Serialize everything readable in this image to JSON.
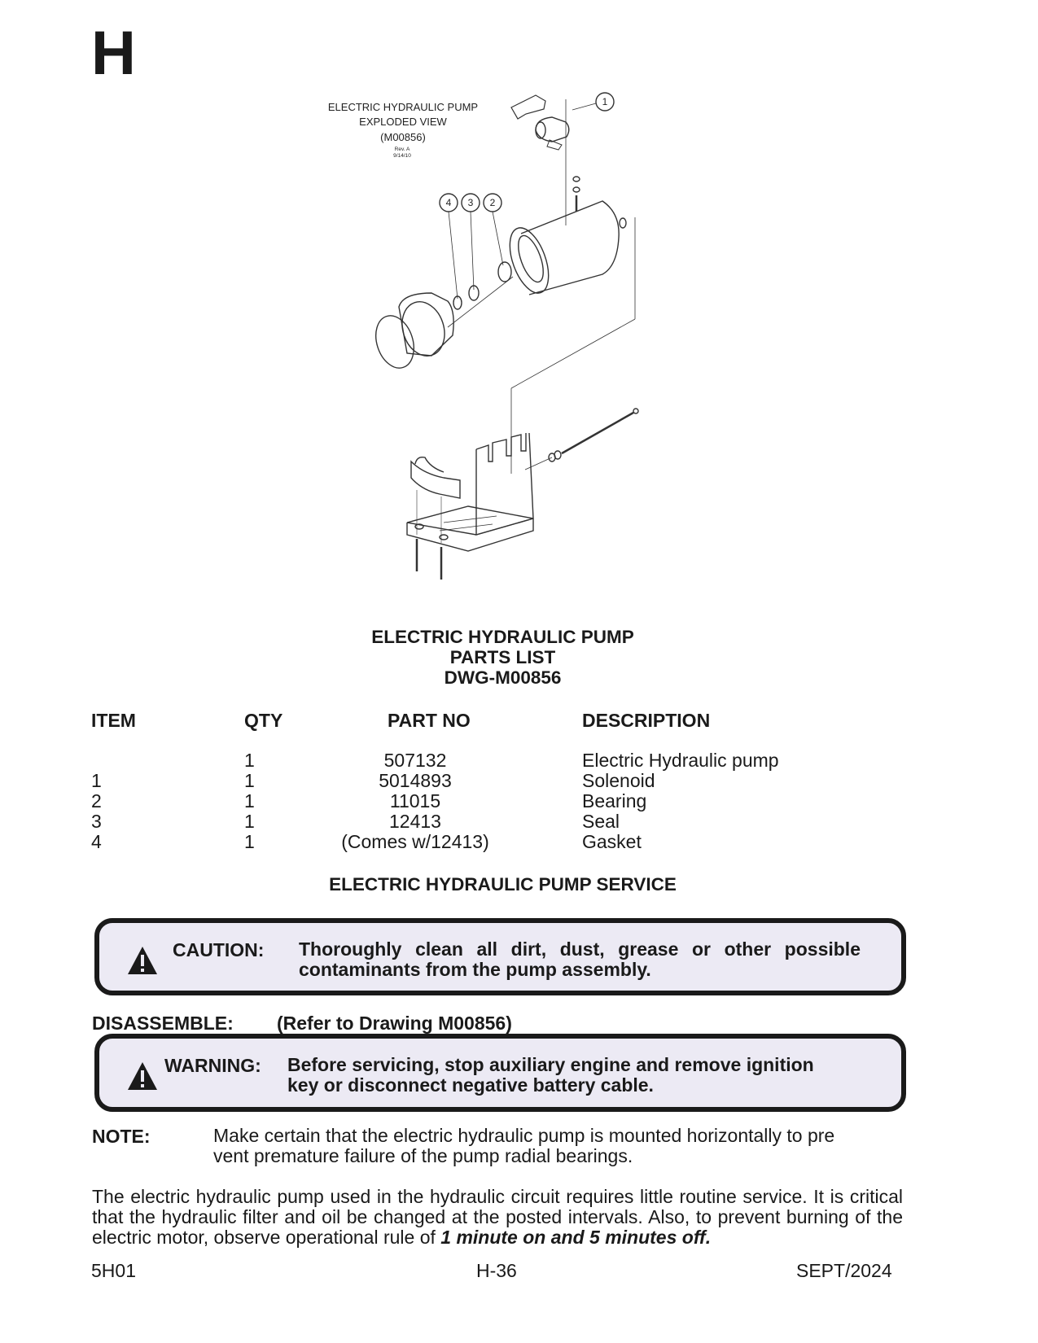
{
  "section_letter": "H",
  "drawing": {
    "title_line1": "ELECTRIC HYDRAULIC PUMP",
    "title_line2": "EXPLODED VIEW",
    "title_line3": "(M00856)",
    "rev": "Rev. A",
    "rev_date": "9/14/10",
    "callouts": [
      "1",
      "2",
      "3",
      "4"
    ]
  },
  "parts_list": {
    "title_line1": "ELECTRIC HYDRAULIC PUMP",
    "title_line2": "PARTS LIST",
    "title_line3": "DWG-M00856",
    "headers": {
      "item": "ITEM",
      "qty": "QTY",
      "part_no": "PART NO",
      "description": "DESCRIPTION"
    },
    "rows": [
      {
        "item": "",
        "qty": "1",
        "part_no": "507132",
        "description": "Electric Hydraulic pump"
      },
      {
        "item": "1",
        "qty": "1",
        "part_no": "5014893",
        "description": "Solenoid"
      },
      {
        "item": "2",
        "qty": "1",
        "part_no": "11015",
        "description": "Bearing"
      },
      {
        "item": "3",
        "qty": "1",
        "part_no": "12413",
        "description": "Seal"
      },
      {
        "item": "4",
        "qty": "1",
        "part_no": "(Comes w/12413)",
        "description": "Gasket"
      }
    ]
  },
  "service": {
    "title": "ELECTRIC HYDRAULIC PUMP SERVICE",
    "caution": {
      "label": "CAUTION:",
      "line1": "Thoroughly clean all dirt, dust, grease or other possible",
      "line2": "contaminants from the pump assembly."
    },
    "disassemble": {
      "label": "DISASSEMBLE:",
      "text": "(Refer to Drawing M00856)"
    },
    "warning": {
      "label": "WARNING:",
      "line1": "Before servicing, stop auxiliary engine and remove ignition",
      "line2": "key or disconnect negative battery cable."
    },
    "note": {
      "label": "NOTE:",
      "line1": "Make certain that the electric hydraulic pump is mounted horizontally to pre",
      "line2": "vent premature failure of the pump radial bearings."
    },
    "paragraph": {
      "text": "The electric hydraulic pump used in the hydraulic circuit requires little routine service.  It is critical that the hydraulic filter and oil be changed at the posted intervals.  Also, to prevent burning of the electric motor, observe operational rule of ",
      "emphasis": "1 minute on and 5 minutes off."
    }
  },
  "footer": {
    "left": "5H01",
    "center": "H-36",
    "right": "SEPT/2024"
  }
}
